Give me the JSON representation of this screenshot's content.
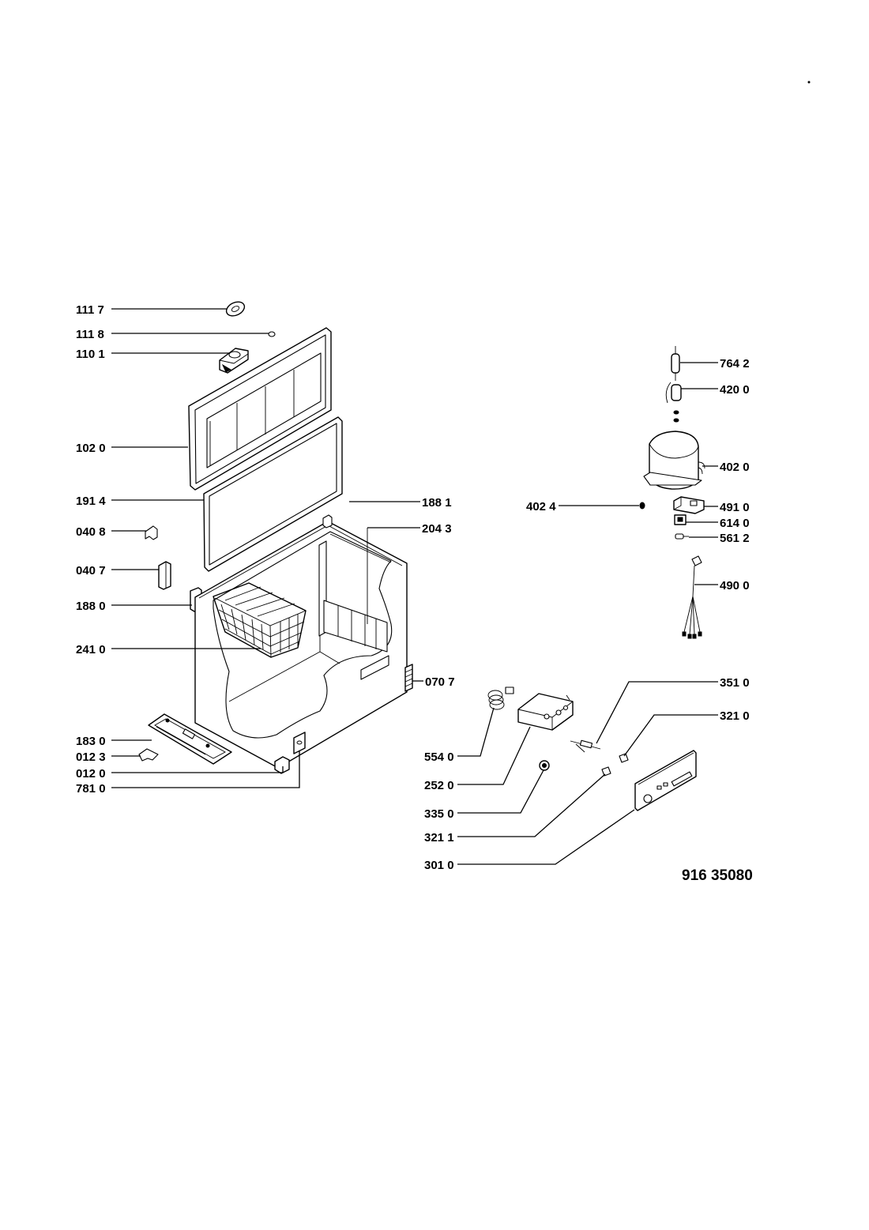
{
  "document_number": "916 35080",
  "labels": {
    "l1117": "111 7",
    "l1118": "111 8",
    "l1101": "110 1",
    "l1020": "102 0",
    "l1914": "191 4",
    "l0408": "040 8",
    "l0407": "040 7",
    "l1880": "188 0",
    "l2410": "241 0",
    "l1830": "183 0",
    "l0123": "012 3",
    "l0120": "012 0",
    "l7810": "781 0",
    "l1881": "188 1",
    "l2043": "204 3",
    "l0707": "070 7",
    "l7642": "764 2",
    "l4200": "420 0",
    "l4020": "402 0",
    "l4024": "402 4",
    "l4910": "491 0",
    "l6140": "614 0",
    "l5612": "561 2",
    "l4900": "490 0",
    "l3510": "351 0",
    "l3210": "321 0",
    "l5540": "554 0",
    "l2520": "252 0",
    "l3350": "335 0",
    "l3211": "321 1",
    "l3010": "301 0"
  }
}
